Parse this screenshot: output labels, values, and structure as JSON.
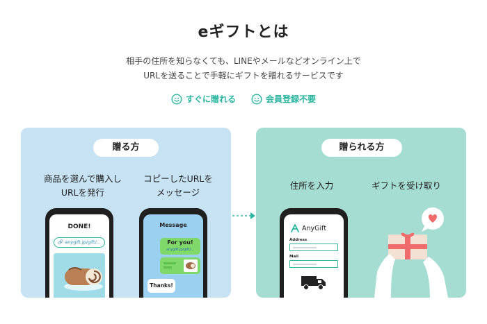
{
  "header": {
    "title": "eギフトとは",
    "lead_line1": "相手の住所を知らなくても、LINEやメールなどオンライン上で",
    "lead_line2": "URLを送ることで手軽にギフトを贈れるサービスです"
  },
  "features": [
    {
      "icon": "smile-icon",
      "label": "すぐに贈れる"
    },
    {
      "icon": "smile-icon",
      "label": "会員登録不要"
    }
  ],
  "give_panel": {
    "pill": "贈る方",
    "step1_line1": "商品を選んで購入し",
    "step1_line2": "URLを発行",
    "step2_line1": "コピーしたURLを",
    "step2_line2": "メッセージ",
    "phone1": {
      "done": "DONE!",
      "url": "anygift.jp/gift/..."
    },
    "phone2": {
      "title": "Message",
      "bubble_title": "For you!",
      "bubble_url": "anygift.jp/gift/...",
      "reply": "Thanks!"
    }
  },
  "receive_panel": {
    "pill": "贈られる方",
    "step3": "住所を入力",
    "step4": "ギフトを受け取り",
    "phone3": {
      "brand": "AnyGift",
      "address_label": "Address",
      "mail_label": "Mail"
    }
  },
  "colors": {
    "accent": "#2ab5a0",
    "give_bg": "#c6e2f3",
    "receive_bg": "#a6ddd3",
    "bubble_green": "#7fd86a"
  }
}
